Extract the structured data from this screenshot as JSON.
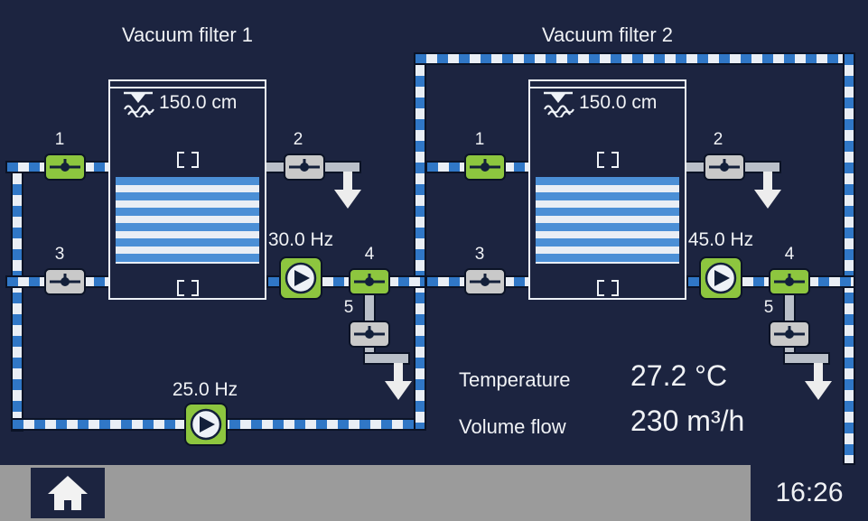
{
  "filters": [
    {
      "title": "Vacuum filter 1",
      "water_level": "150.0 cm",
      "pump_frequency": "30.0 Hz",
      "valve_numbers": [
        "1",
        "2",
        "3",
        "4",
        "5"
      ]
    },
    {
      "title": "Vacuum filter 2",
      "water_level": "150.0 cm",
      "pump_frequency": "45.0 Hz",
      "valve_numbers": [
        "1",
        "2",
        "3",
        "4",
        "5"
      ]
    }
  ],
  "transfer_pump": {
    "frequency": "25.0 Hz"
  },
  "readings": {
    "temperature_label": "Temperature",
    "temperature_value": "27.2 °C",
    "flow_label": "Volume flow",
    "flow_value": "230 m³/h"
  },
  "taskbar": {
    "time": "16:26"
  },
  "colors": {
    "background": "#1c2440",
    "pipe_blue": "#3077c6",
    "pipe_dash": "#e9eef5",
    "valve_open_green": "#8dc63f",
    "valve_closed_gray": "#c9c9c9",
    "taskbar_gray": "#9b9b9b",
    "text": "#f0f2f5"
  }
}
